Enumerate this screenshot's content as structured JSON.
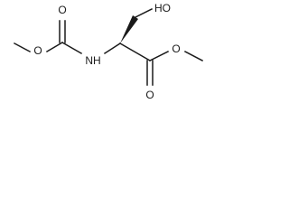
{
  "structure": {
    "atom_labels": {
      "hydroxyl": "HO",
      "carbamate_ether_oxygen": "O",
      "carbamate_carbonyl_oxygen": "O",
      "amide_nitrogen": "NH",
      "ester_ether_oxygen": "O",
      "ester_carbonyl_oxygen": "O"
    }
  },
  "colors": {
    "bond": "#1a1a1a",
    "background": "#ffffff"
  }
}
